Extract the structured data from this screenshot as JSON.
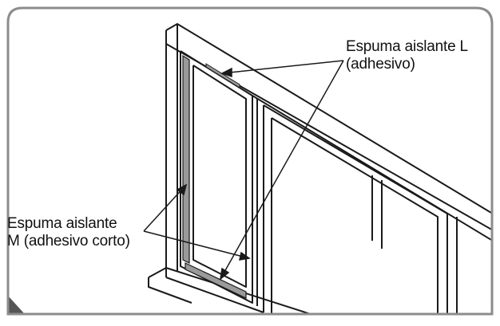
{
  "labels": {
    "foam_l": {
      "line1": "Espuma aislante L",
      "line2": "(adhesivo)"
    },
    "foam_m": {
      "line1": "Espuma aislante",
      "line2": "M (adhesivo corto)"
    }
  },
  "colors": {
    "frame_border": "#8c8c8c",
    "outline": "#1a1a1a",
    "foam_fill": "#9a9a9a",
    "corner_accent": "#555555",
    "background": "#ffffff"
  }
}
